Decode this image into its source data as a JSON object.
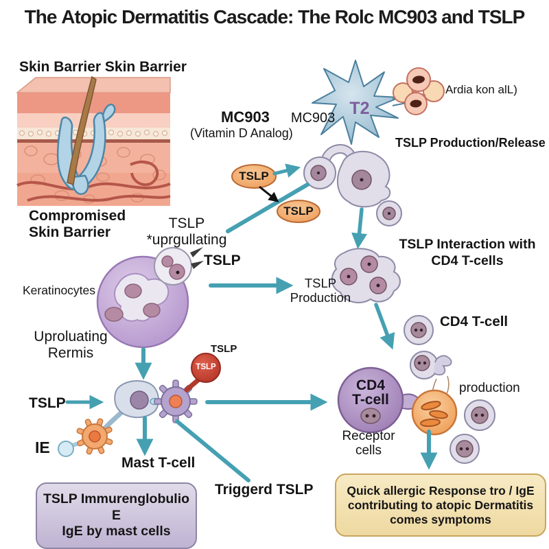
{
  "title": {
    "prefix": "The ",
    "emphasis": "Atopic Dermatitis",
    "suffix": " Cascade: The Rolc MC903 and TSLP"
  },
  "skin": {
    "top_label": "Skin Barrier Skin Barrier",
    "caption_line1": "Compromised",
    "caption_line2": "Skin Barrier"
  },
  "mc903": {
    "bold_label": "MC903",
    "plain_label": "MC903",
    "analog_label": "(Vitamin D Analog)"
  },
  "dendritic": {
    "t2_label": "T2",
    "cluster_label": "Ardia kon alL)",
    "release_label": "TSLP Production/Release"
  },
  "tslp_ovals": {
    "first": "TSLP",
    "second": "TSLP"
  },
  "upregulating": {
    "line1": "TSLP",
    "line2": "*uprgullating"
  },
  "keratinocytes": {
    "label": "Keratinocytes",
    "tslp_pointer_label": "TSLP",
    "dermis_line1": "Uproluating",
    "dermis_line2": "Rermis"
  },
  "interaction": {
    "line1": "TSLP Interaction with",
    "line2": "CD4 T-cells"
  },
  "tslp_production": {
    "line1": "TSLP",
    "line2": "Production"
  },
  "cd4": {
    "cell_label": "CD4 T-cell",
    "inner_line1": "CD4",
    "inner_line2": "T-cell",
    "receptor_line1": "Receptor",
    "receptor_line2": "cells",
    "production_label": "production"
  },
  "mast": {
    "tslp_input_label": "TSLP",
    "ie_label": "IE",
    "tslp_ball_caption": "TSLP",
    "tslp_ball_label": "TSLP",
    "mast_label": "Mast T-cell",
    "triggered_label": "Triggerd TSLP"
  },
  "outcome_boxes": {
    "ige": {
      "line1": "TSLP Immurenglobulio E",
      "line2": "IgE by mast cells"
    },
    "allergic": {
      "line1": "Quick allergic Response tro / IgE",
      "line2": "contributing to atopic Dermatitis",
      "line3": "comes symptoms"
    }
  },
  "colors": {
    "arrow_teal": "#45a0b2",
    "tslp_oval_orange": "#f2a36a",
    "tslp_ball_red": "#c8453a",
    "keratinocyte_purple": "#b99cd0",
    "cell_lavender": "#e1dde9",
    "cd4_purple": "#b49cc8",
    "orange_cell": "#f0a060",
    "ige_box_bg": "#cfc6dd",
    "allergic_box_bg": "#f4e3b2"
  }
}
